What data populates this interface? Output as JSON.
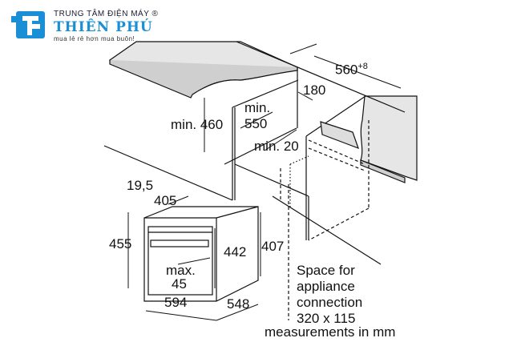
{
  "logo": {
    "tagline_top": "TRUNG TÂM ĐIỆN MÁY ®",
    "brand_name": "THIÊN PHÚ",
    "slogan": "mua lẻ rẻ hơn mua buôn!",
    "brand_color": "#1a8fd6"
  },
  "labels": {
    "width_niche": "560",
    "width_niche_tol": "+8",
    "depth_180": "180",
    "min_460": "min. 460",
    "min_550_a": "min.",
    "min_550_b": "550",
    "min_20": "min. 20",
    "d_19_5": "19,5",
    "d_405": "405",
    "d_455": "455",
    "d_442": "442",
    "d_407": "407",
    "max_45_a": "max.",
    "max_45_b": "45",
    "d_594": "594",
    "d_548": "548",
    "space_1": "Space for",
    "space_2": "appliance",
    "space_3": "connection",
    "space_4": "320 x 115",
    "units": "measurements in mm"
  },
  "colors": {
    "countertop": "#e6e6e6",
    "line": "#111111"
  }
}
